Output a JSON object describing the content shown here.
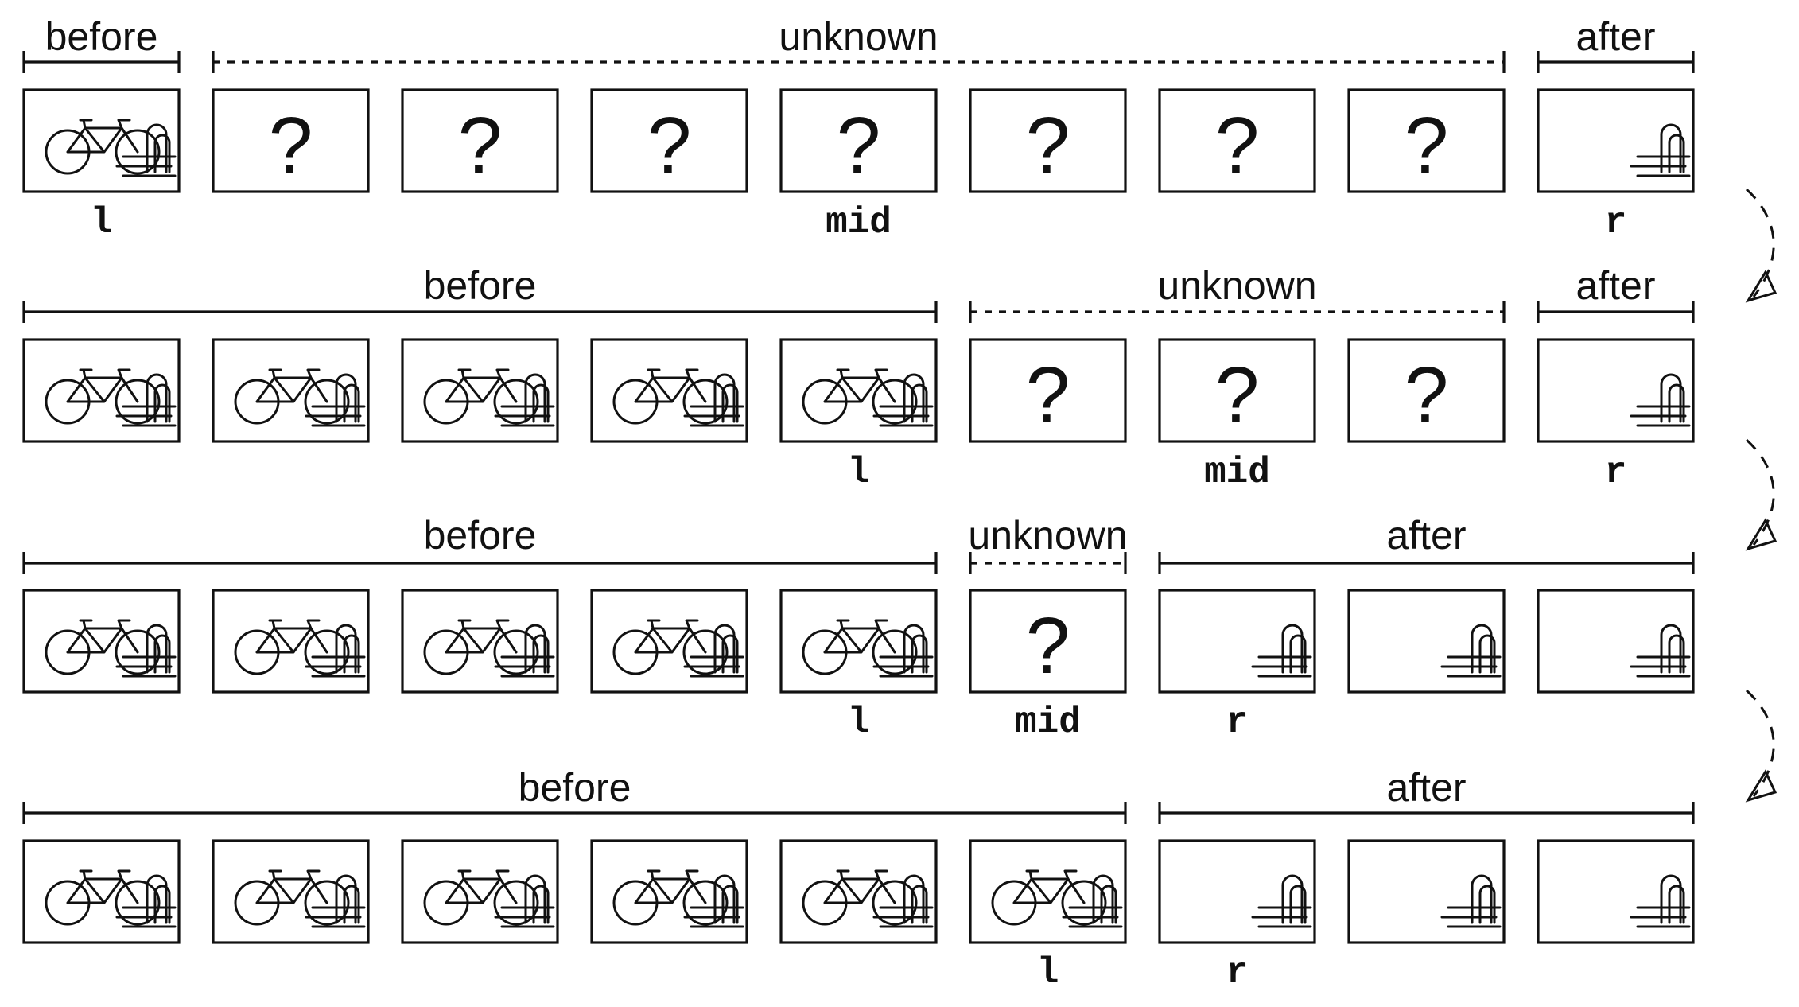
{
  "rows": [
    {
      "cells": [
        "good",
        "unknown",
        "unknown",
        "unknown",
        "unknown",
        "unknown",
        "unknown",
        "unknown",
        "bad"
      ],
      "braces": [
        {
          "label": "before",
          "style": "solid",
          "from": 0,
          "to": 0
        },
        {
          "label": "unknown",
          "style": "dashed",
          "from": 1,
          "to": 7
        },
        {
          "label": "after",
          "style": "solid",
          "from": 8,
          "to": 8
        }
      ],
      "pointers": [
        {
          "label": "l",
          "cell": 0
        },
        {
          "label": "mid",
          "cell": 4
        },
        {
          "label": "r",
          "cell": 8
        }
      ]
    },
    {
      "cells": [
        "good",
        "good",
        "good",
        "good",
        "good",
        "unknown",
        "unknown",
        "unknown",
        "bad"
      ],
      "braces": [
        {
          "label": "before",
          "style": "solid",
          "from": 0,
          "to": 4
        },
        {
          "label": "unknown",
          "style": "dashed",
          "from": 5,
          "to": 7
        },
        {
          "label": "after",
          "style": "solid",
          "from": 8,
          "to": 8
        }
      ],
      "pointers": [
        {
          "label": "l",
          "cell": 4
        },
        {
          "label": "mid",
          "cell": 6
        },
        {
          "label": "r",
          "cell": 8
        }
      ]
    },
    {
      "cells": [
        "good",
        "good",
        "good",
        "good",
        "good",
        "unknown",
        "bad",
        "bad",
        "bad"
      ],
      "braces": [
        {
          "label": "before",
          "style": "solid",
          "from": 0,
          "to": 4
        },
        {
          "label": "unknown",
          "style": "dashed",
          "from": 5,
          "to": 5
        },
        {
          "label": "after",
          "style": "solid",
          "from": 6,
          "to": 8
        }
      ],
      "pointers": [
        {
          "label": "l",
          "cell": 4
        },
        {
          "label": "mid",
          "cell": 5
        },
        {
          "label": "r",
          "cell": 6
        }
      ]
    },
    {
      "cells": [
        "good",
        "good",
        "good",
        "good",
        "good",
        "good",
        "bad",
        "bad",
        "bad"
      ],
      "braces": [
        {
          "label": "before",
          "style": "solid",
          "from": 0,
          "to": 5
        },
        {
          "label": "after",
          "style": "solid",
          "from": 6,
          "to": 8
        }
      ],
      "pointers": [
        {
          "label": "l",
          "cell": 5
        },
        {
          "label": "r",
          "cell": 6
        }
      ]
    }
  ],
  "unknown_symbol": "?",
  "icons": {
    "good": "bicycle-locked-icon",
    "bad": "lock-only-icon"
  },
  "transition_arrow": "dashed-curved-arrow-icon"
}
